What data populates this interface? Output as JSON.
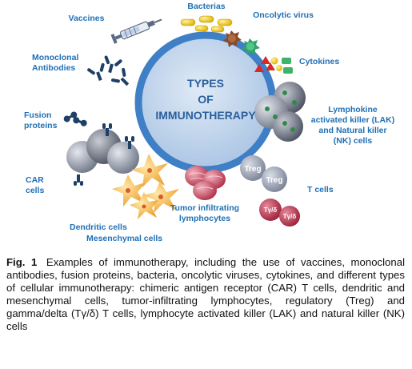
{
  "center": {
    "title": "TYPES\nOF\nIMMUNOTHERAPY"
  },
  "labels": {
    "vaccines": "Vaccines",
    "bacterias": "Bacterias",
    "oncolytic_virus": "Oncolytic virus",
    "monoclonal_antibodies": "Monoclonal\nAntibodies",
    "cytokines": "Cytokines",
    "fusion_proteins": "Fusion\nproteins",
    "lak_nk": "Lymphokine\nactivated killer (LAK)\nand Natural killer\n(NK) cells",
    "car_cells": "CAR\ncells",
    "t_cells": "T cells",
    "til": "Tumor infiltrating\nlymphocytes",
    "dendritic_cells": "Dendritic cells",
    "mesenchymal_cells": "Mesenchymal cells"
  },
  "cell_text": {
    "treg": "Treg",
    "gamma_delta": "Tγ/δ"
  },
  "caption": {
    "figure_number": "Fig. 1",
    "text": "Examples of immunotherapy, including the use of vaccines, monoclonal antibodies, fusion proteins, bacteria, oncolytic viruses, cytokines, and different types of cellular immunotherapy: chimeric antigen receptor (CAR) T cells, dendritic and mesenchymal cells, tumor-infiltrating lymphocytes, regulatory (Treg) and gamma/delta (Tγ/δ) T cells, lymphocyte activated killer (LAK) and natural killer (NK) cells"
  },
  "colors": {
    "label_blue": "#1f6fb5",
    "ring_blue": "#3f7fc6",
    "center_fill": "#b8cfe8",
    "bacteria_yellow": "#f2c400",
    "virus_green": "#2fa56a",
    "virus_brown": "#8a4a2a",
    "cytokine_red": "#d42a2a",
    "cytokine_green": "#3fb36a",
    "treg_gray": "#9aa3b2",
    "gamma_red": "#b8344a",
    "til_red": "#c94a60",
    "star_orange": "#f0a830"
  }
}
